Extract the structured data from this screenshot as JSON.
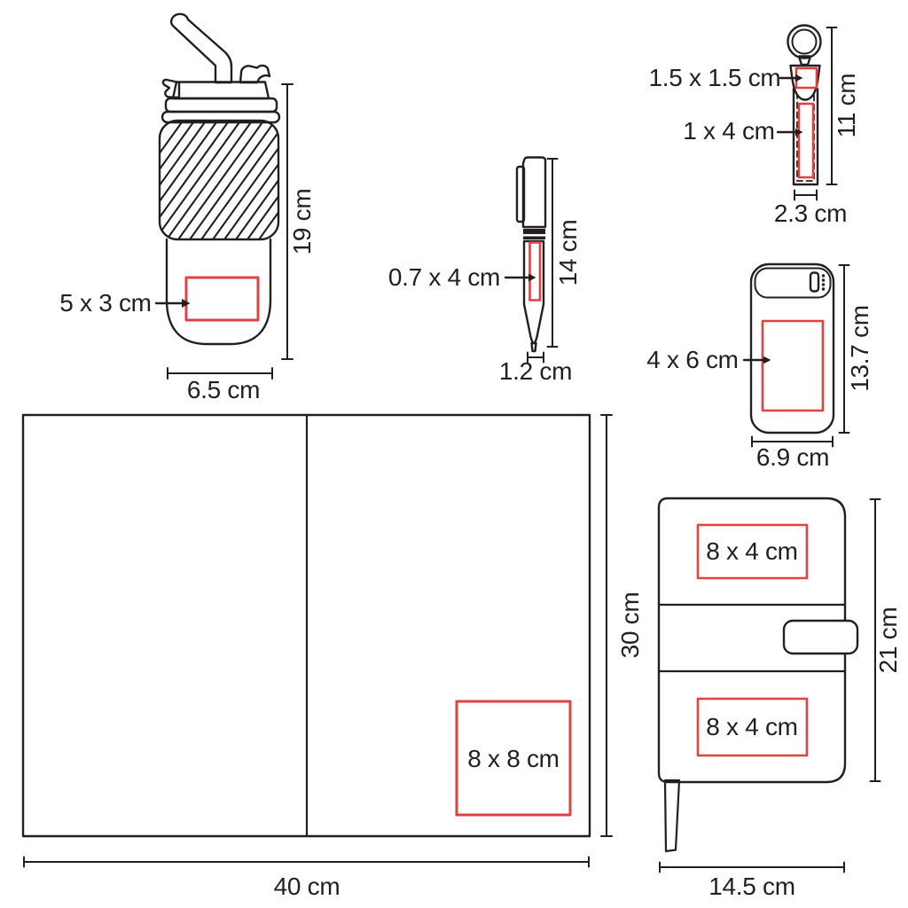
{
  "colors": {
    "line": "#231f20",
    "print_area": "#e04141",
    "background": "#ffffff"
  },
  "products": {
    "tumbler": {
      "height": "19 cm",
      "width": "6.5 cm",
      "print_area": "5 x 3 cm"
    },
    "pen": {
      "height": "14 cm",
      "width": "1.2 cm",
      "print_area": "0.7 x 4 cm"
    },
    "keychain": {
      "height": "11 cm",
      "width": "2.3 cm",
      "print_area_top": "1.5 x 1.5 cm",
      "print_area_strap": "1 x 4 cm"
    },
    "power_bank": {
      "height": "13.7 cm",
      "width": "6.9 cm",
      "print_area": "4 x 6 cm"
    },
    "open_folder": {
      "height": "30 cm",
      "width": "40 cm",
      "print_area": "8 x 8 cm"
    },
    "notebook": {
      "height": "21 cm",
      "width": "14.5 cm",
      "print_area_top": "8 x 4 cm",
      "print_area_bottom": "8 x 4 cm"
    }
  }
}
